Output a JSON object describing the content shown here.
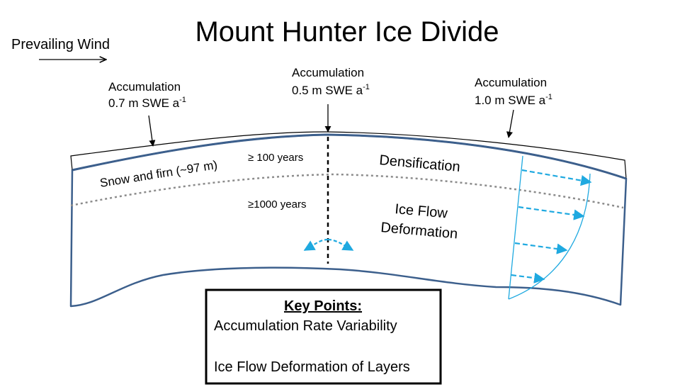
{
  "title": "Mount Hunter Ice Divide",
  "wind": {
    "label": "Prevailing Wind"
  },
  "accumulation": {
    "left": {
      "label": "Accumulation",
      "rate": "0.7 m SWE a",
      "exp": "-1"
    },
    "center": {
      "label": "Accumulation",
      "rate": "0.5 m SWE a",
      "exp": "-1"
    },
    "right": {
      "label": "Accumulation",
      "rate": "1.0 m SWE a",
      "exp": "-1"
    }
  },
  "layers": {
    "snow_firn": "Snow and firn (~97 m)",
    "age_upper": "≥ 100 years",
    "age_lower": "≥1000 years",
    "densification": "Densification",
    "ice_flow_1": "Ice Flow",
    "ice_flow_2": "Deformation"
  },
  "key_points": {
    "title": "Key Points:",
    "items": [
      "Accumulation Rate Variability",
      "Ice Flow Deformation of Layers"
    ]
  },
  "colors": {
    "glacier_outline": "#3c5f8c",
    "flow_arrows": "#1fa9e0",
    "firn_boundary": "#8c8c8c",
    "divide_line": "#000000"
  },
  "icons": [
    "right-arrow-icon",
    "down-arrow-icon",
    "dashed-arrow-icon"
  ]
}
